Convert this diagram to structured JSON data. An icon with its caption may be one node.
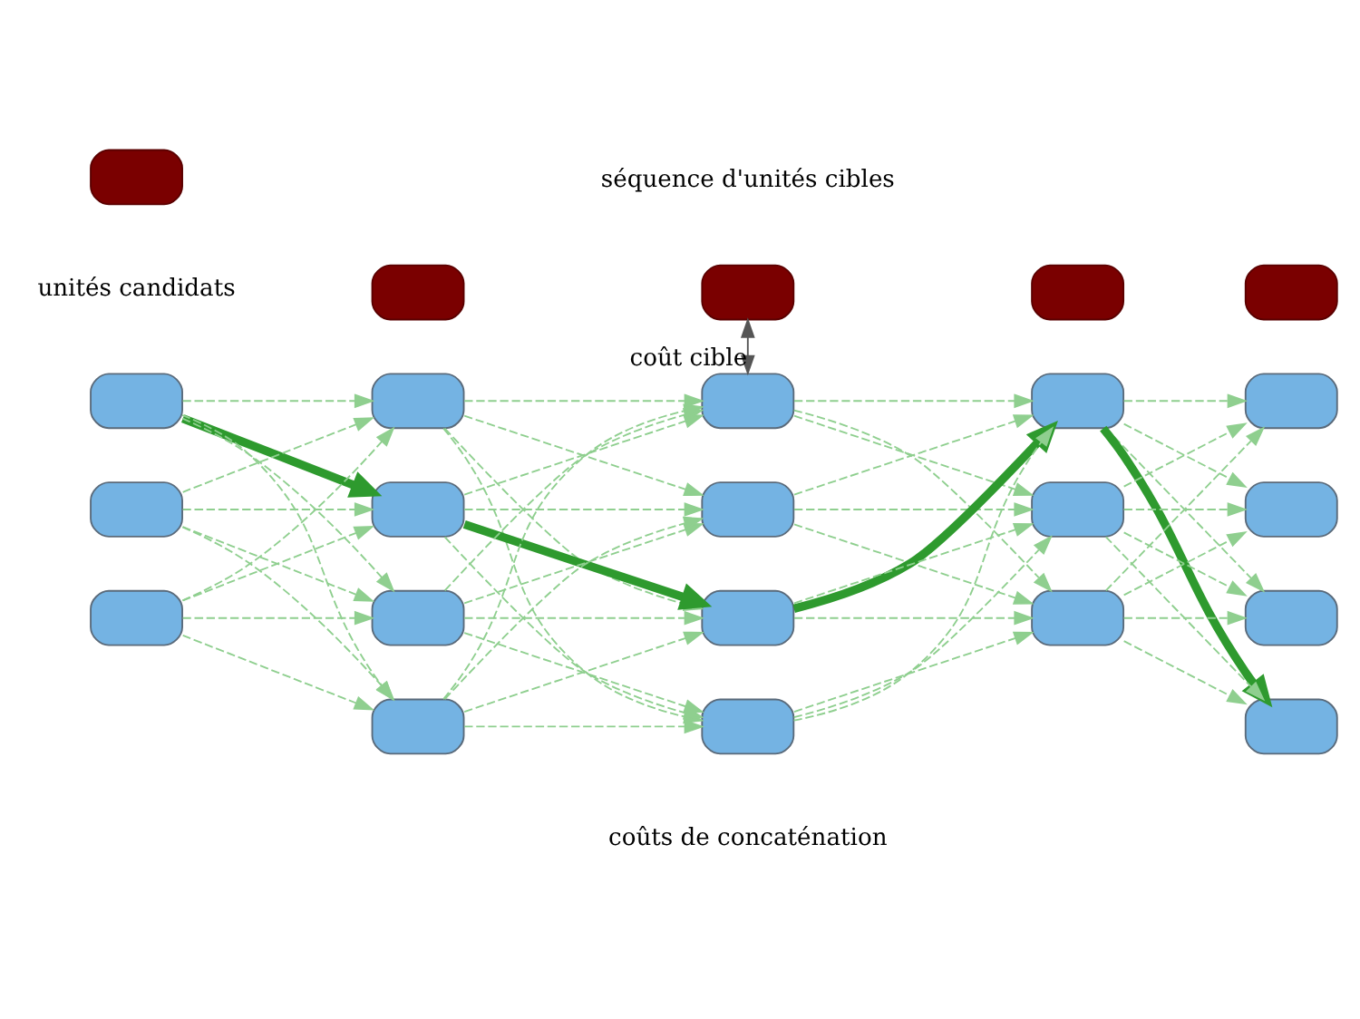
{
  "diagram": {
    "nodes": [
      {
        "text": [],
        "shape": "box"
      },
      {
        "text": [],
        "shape": "box"
      },
      {
        "text": [],
        "shape": "box"
      },
      {
        "text": [],
        "shape": "box"
      },
      {
        "text": [],
        "shape": "box"
      },
      {
        "text": [],
        "shape": "box"
      },
      {
        "text": [],
        "shape": "box"
      },
      {
        "text": [],
        "shape": "box"
      },
      {
        "text": [],
        "shape": "box"
      },
      {
        "text": [],
        "shape": "box"
      },
      {
        "text": [],
        "shape": "box"
      },
      {
        "text": [],
        "shape": "box"
      },
      {
        "text": [],
        "shape": "box"
      },
      {
        "text": [],
        "shape": "box"
      },
      {
        "text": [],
        "shape": "box"
      },
      {
        "text": [],
        "shape": "box"
      },
      {
        "text": [],
        "shape": "box"
      },
      {
        "text": [],
        "shape": "box"
      },
      {
        "text": [],
        "shape": "box"
      },
      {
        "text": [],
        "shape": "box"
      },
      {
        "text": [],
        "shape": "box"
      },
      {
        "text": [],
        "shape": "box"
      },
      {
        "text": [],
        "shape": "box"
      }
    ],
    "edges": [
      {
        "from": 5,
        "to": 8,
        "arrow": "to",
        "style": "dashed"
      },
      {
        "from": 5,
        "to": 9,
        "arrow": "to",
        "style": "thick",
        "color": "#2e9a2e"
      },
      {
        "from": 5,
        "to": 10,
        "arrow": "to",
        "style": "dashed"
      },
      {
        "from": 5,
        "to": 11,
        "arrow": "to",
        "style": "dashed"
      },
      {
        "from": 6,
        "to": 8,
        "arrow": "to",
        "style": "dashed"
      },
      {
        "from": 6,
        "to": 9,
        "arrow": "to",
        "style": "dashed"
      },
      {
        "from": 6,
        "to": 10,
        "arrow": "to",
        "style": "dashed"
      },
      {
        "from": 6,
        "to": 11,
        "arrow": "to",
        "style": "dashed"
      },
      {
        "from": 7,
        "to": 8,
        "arrow": "to",
        "style": "dashed"
      },
      {
        "from": 7,
        "to": 9,
        "arrow": "to",
        "style": "dashed"
      },
      {
        "from": 7,
        "to": 10,
        "arrow": "to",
        "style": "dashed"
      },
      {
        "from": 7,
        "to": 11,
        "arrow": "to",
        "style": "dashed"
      },
      {
        "from": 8,
        "to": 12,
        "arrow": "to",
        "style": "dashed"
      },
      {
        "from": 8,
        "to": 13,
        "arrow": "to",
        "style": "dashed"
      },
      {
        "from": 8,
        "to": 14,
        "arrow": "to",
        "style": "dashed"
      },
      {
        "from": 8,
        "to": 15,
        "arrow": "to",
        "style": "dashed"
      },
      {
        "from": 9,
        "to": 12,
        "arrow": "to",
        "style": "dashed"
      },
      {
        "from": 9,
        "to": 13,
        "arrow": "to",
        "style": "dashed"
      },
      {
        "from": 9,
        "to": 14,
        "arrow": "to",
        "style": "thick",
        "color": "#2e9a2e"
      },
      {
        "from": 9,
        "to": 15,
        "arrow": "to",
        "style": "dashed"
      },
      {
        "from": 10,
        "to": 12,
        "arrow": "to",
        "style": "dashed"
      },
      {
        "from": 10,
        "to": 13,
        "arrow": "to",
        "style": "dashed"
      },
      {
        "from": 10,
        "to": 14,
        "arrow": "to",
        "style": "dashed"
      },
      {
        "from": 10,
        "to": 15,
        "arrow": "to",
        "style": "dashed"
      },
      {
        "from": 11,
        "to": 12,
        "arrow": "to",
        "style": "dashed"
      },
      {
        "from": 11,
        "to": 13,
        "arrow": "to",
        "style": "dashed"
      },
      {
        "from": 11,
        "to": 14,
        "arrow": "to",
        "style": "dashed"
      },
      {
        "from": 11,
        "to": 15,
        "arrow": "to",
        "style": "dashed"
      },
      {
        "from": 12,
        "to": 16,
        "arrow": "to",
        "style": "dashed"
      },
      {
        "from": 12,
        "to": 17,
        "arrow": "to",
        "style": "dashed"
      },
      {
        "from": 12,
        "to": 18,
        "arrow": "to",
        "style": "dashed"
      },
      {
        "from": 13,
        "to": 16,
        "arrow": "to",
        "style": "dashed"
      },
      {
        "from": 13,
        "to": 17,
        "arrow": "to",
        "style": "dashed"
      },
      {
        "from": 13,
        "to": 18,
        "arrow": "to",
        "style": "dashed"
      },
      {
        "from": 14,
        "to": 16,
        "arrow": "to",
        "style": "thick",
        "color": "#2e9a2e"
      },
      {
        "from": 14,
        "to": 17,
        "arrow": "to",
        "style": "dashed"
      },
      {
        "from": 14,
        "to": 18,
        "arrow": "to",
        "style": "dashed"
      },
      {
        "from": 15,
        "to": 16,
        "arrow": "to",
        "style": "dashed"
      },
      {
        "from": 15,
        "to": 17,
        "arrow": "to",
        "style": "dashed"
      },
      {
        "from": 15,
        "to": 18,
        "arrow": "to",
        "style": "dashed"
      },
      {
        "from": 16,
        "to": 19,
        "arrow": "to",
        "style": "dashed"
      },
      {
        "from": 16,
        "to": 20,
        "arrow": "to",
        "style": "dashed"
      },
      {
        "from": 16,
        "to": 21,
        "arrow": "to",
        "style": "dashed"
      },
      {
        "from": 16,
        "to": 22,
        "arrow": "to",
        "style": "thick",
        "color": "#2e9a2e"
      },
      {
        "from": 17,
        "to": 19,
        "arrow": "to",
        "style": "dashed"
      },
      {
        "from": 17,
        "to": 20,
        "arrow": "to",
        "style": "dashed"
      },
      {
        "from": 17,
        "to": 21,
        "arrow": "to",
        "style": "dashed"
      },
      {
        "from": 17,
        "to": 22,
        "arrow": "to",
        "style": "dashed"
      },
      {
        "from": 18,
        "to": 19,
        "arrow": "to",
        "style": "dashed"
      },
      {
        "from": 18,
        "to": 20,
        "arrow": "to",
        "style": "dashed"
      },
      {
        "from": 18,
        "to": 21,
        "arrow": "to",
        "style": "dashed"
      },
      {
        "from": 18,
        "to": 22,
        "arrow": "to",
        "style": "dashed"
      },
      {
        "from": 2,
        "to": 12,
        "arrow": "both",
        "label": "coût cible",
        "color": "#555555"
      }
    ],
    "labels": [
      "séquence d'unités cibles",
      "unités candidats",
      "coûts de concaténation"
    ]
  }
}
